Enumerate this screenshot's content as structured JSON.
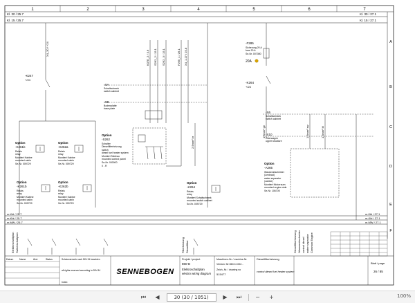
{
  "columns": [
    "1",
    "2",
    "3",
    "4",
    "5",
    "6",
    "7"
  ],
  "rows": [
    "A",
    "B",
    "C",
    "D",
    "E",
    "F"
  ],
  "rails": {
    "left_kl30": "Kl. 30 / 25.7",
    "left_kl15": "Kl. 15 / 25.7",
    "right_kl30": "Kl. 30 / 27.1",
    "right_kl15": "Kl. 15 / 27.1",
    "bottom_rails": [
      {
        "left": "m.Kbl / 25.7",
        "right": "m.Kbl / 27.1"
      },
      {
        "left": "m-Kbl / 25.7",
        "right": "m-Kbl / 27.1"
      },
      {
        "left": "m.MW / 25.7",
        "right": "m.MW / 27.1"
      }
    ]
  },
  "components": {
    "k247": {
      "id": "-K247",
      "sub": "+/24"
    },
    "f285": {
      "id": "-F285",
      "line1": "Sicherung 20 A",
      "line2": "fuse 20 A",
      "line3": "Se-Nr. 007080",
      "rating": "20A"
    },
    "k264_top": {
      "id": "-K264",
      "sub": "+/24"
    },
    "xa": {
      "id": "-XA",
      "label1": "Schaltschrank",
      "label2": "switch cabinet"
    },
    "xb": {
      "id": "-XB",
      "label1": "Bodenplatte",
      "label2": "base plate"
    },
    "x6": {
      "id": "-X6",
      "label1": "Schaltschrank",
      "label2": "switch cabinet"
    },
    "x10": {
      "id": "-X10",
      "label1": "Oberwagen",
      "label2": "upper structure"
    },
    "s262": {
      "option": "Option",
      "id": "-S262",
      "l1": "Schalter",
      "l2": "Dieselfilterheizung",
      "l3": "switch",
      "l4": "diesel fuel heater system",
      "l5": "Montiert Tableau",
      "l6": "mounted control panel",
      "l7": "Se-Nr. 000000",
      "l8": "0 - R"
    },
    "k261b": {
      "option": "Option",
      "id": "-K261b",
      "l1": "Relais",
      "l2": "relay",
      "l3": "Montiert Kabine",
      "l4": "mounted cabin",
      "l5": "Se-Nr. 009729"
    },
    "k262a": {
      "option": "Option",
      "id": "-K262a",
      "l1": "Relais",
      "l2": "relay",
      "l3": "Montiert Kabine",
      "l4": "mounted cabin",
      "l5": "Se-Nr. 009729"
    },
    "k261b_b": {
      "option": "Option",
      "id": "-K261b",
      "l1": "Relais",
      "l2": "relay",
      "l3": "Montiert Kabine",
      "l4": "mounted cabin",
      "l5": "Se-Nr. 009729"
    },
    "k262b": {
      "option": "Option",
      "id": "-K262b",
      "l1": "Relais",
      "l2": "relay",
      "l3": "Montiert Kabine",
      "l4": "mounted cabin",
      "l5": "Se-Nr. 009729"
    },
    "k264": {
      "option": "Option",
      "id": "-K264",
      "l1": "Relais",
      "l2": "relay",
      "l3": "Montiert Schaltschrank",
      "l4": "mounted switch cabinet",
      "l5": "Se-Nr. 009729"
    },
    "a265": {
      "option": "Option",
      "id": "-A265",
      "l1": "Wasserabscheider",
      "l2": "(Lenkrad)",
      "l3": "water separator",
      "l4": "(cabine)",
      "l5": "Montiert Motorraum",
      "l6": "mounted engine side",
      "l7": "Se-Nr. 106705"
    },
    "top_refs": [
      "K07E_2 / 3.6",
      "S262_2 / 15.1",
      "S262_3 / 15.1",
      "F265_1 / 26.1",
      "X4_1.27 / 25.8"
    ],
    "wire_labels": [
      "2.5mm² br",
      "1.5mm² ge",
      "1.5mm² sw",
      "1.5mm² bl"
    ],
    "vertical_ref": "X4_30 / +24"
  },
  "bottom_notes": [
    "Elektroschaltplan",
    "Switchschaltplan",
    "Filterheizung",
    "Dieselfilter"
  ],
  "bottom_right_notes": [
    "Dieselfilterheizung",
    "Wasserabscheider",
    "control diesel",
    "water separator",
    "Common Engine"
  ],
  "title_block": {
    "stamp_header": [
      "Datum",
      "Name",
      "Änd.",
      "Status"
    ],
    "note1": "Schutzvermerk nach DIN 34 beachten",
    "note2": "all rights reserved according to DIN 34",
    "index_label": "Index",
    "logo": "SENNEBOGEN",
    "project_label": "Projekt / project",
    "project_value": "860-D",
    "plan_de": "Elektroschaltplan",
    "plan_en": "electro wiring diagram",
    "machine_label": "Maschinen-Nr. / machine-Nr.",
    "machine_value": "Version: für 860.0.1002...",
    "drawing_label": "Zeich.-Nr. / drawing no",
    "drawing_value": "515477",
    "desc_de": "Dieselfilterheizung",
    "desc_en": "control diesel fuel heater system",
    "sheet_label": "Blatt / page",
    "sheet_value": "26 / 85"
  },
  "viewer": {
    "page_field": "30 (30 / 1051)",
    "zoom": "100%"
  },
  "colors": {
    "line": "#222222",
    "fuse_accent": "#d9a300",
    "toolbar_bg": "#f4f4f4"
  }
}
